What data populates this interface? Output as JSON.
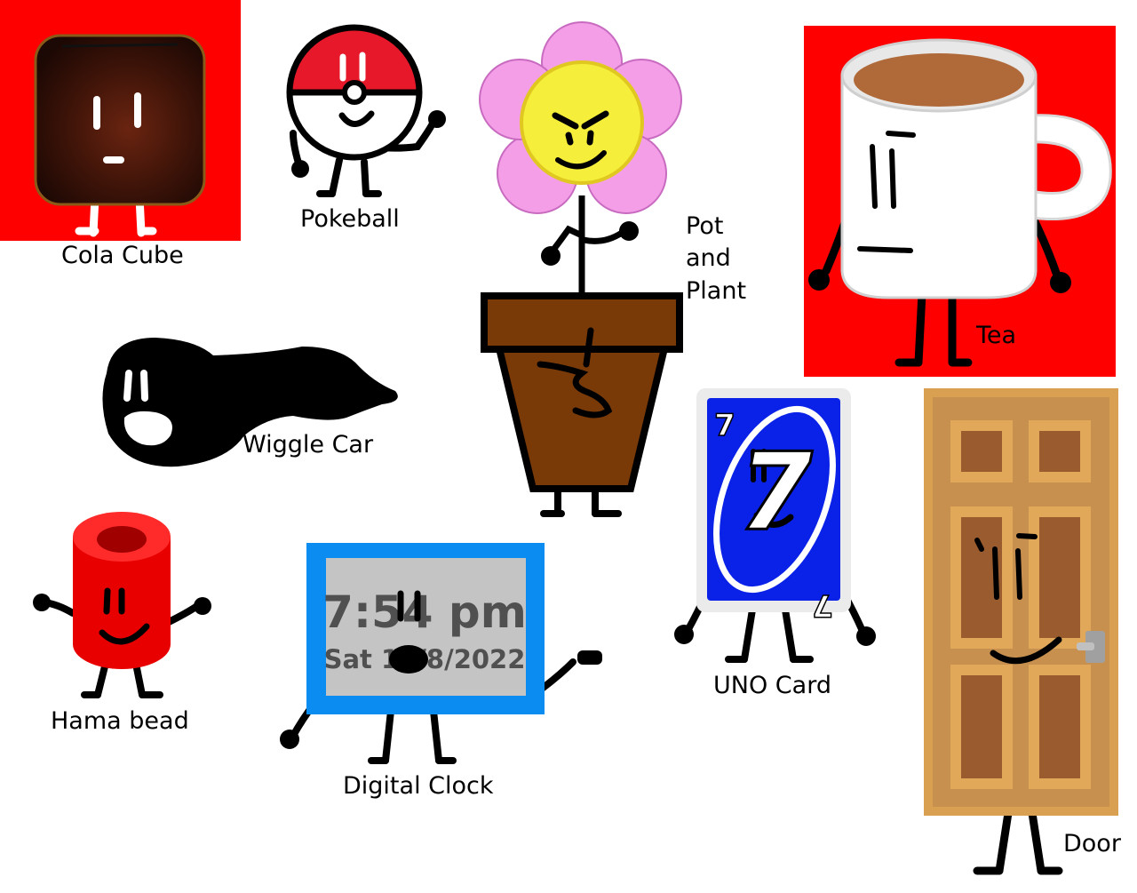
{
  "characters": {
    "cola_cube": {
      "label": "Cola Cube"
    },
    "pokeball": {
      "label": "Pokeball"
    },
    "pot_and_plant": {
      "label_line1": "Pot",
      "label_line2": "and",
      "label_line3": "Plant"
    },
    "tea": {
      "label": "Tea"
    },
    "wiggle_car": {
      "label": "Wiggle Car"
    },
    "uno_card": {
      "label": "UNO Card",
      "card_number": "7"
    },
    "door": {
      "label": "Door"
    },
    "hama_bead": {
      "label": "Hama bead"
    },
    "digital_clock": {
      "label": "Digital Clock",
      "time": "7:54 pm",
      "date": "Sat 10/8/2022"
    }
  },
  "colors": {
    "red_background": "#ff0000",
    "cola_brown": "#3a1208",
    "flower_pink": "#f59ee8",
    "flower_yellow": "#f5ee3a",
    "pot_brown": "#7a3a08",
    "uno_blue": "#0a22e8",
    "door_tan": "#c8904e",
    "door_panel": "#9a5c2e",
    "hama_red": "#e80000",
    "clock_blue": "#0a8cf0",
    "clock_screen": "#c4c4c4",
    "clock_text": "#505050"
  }
}
